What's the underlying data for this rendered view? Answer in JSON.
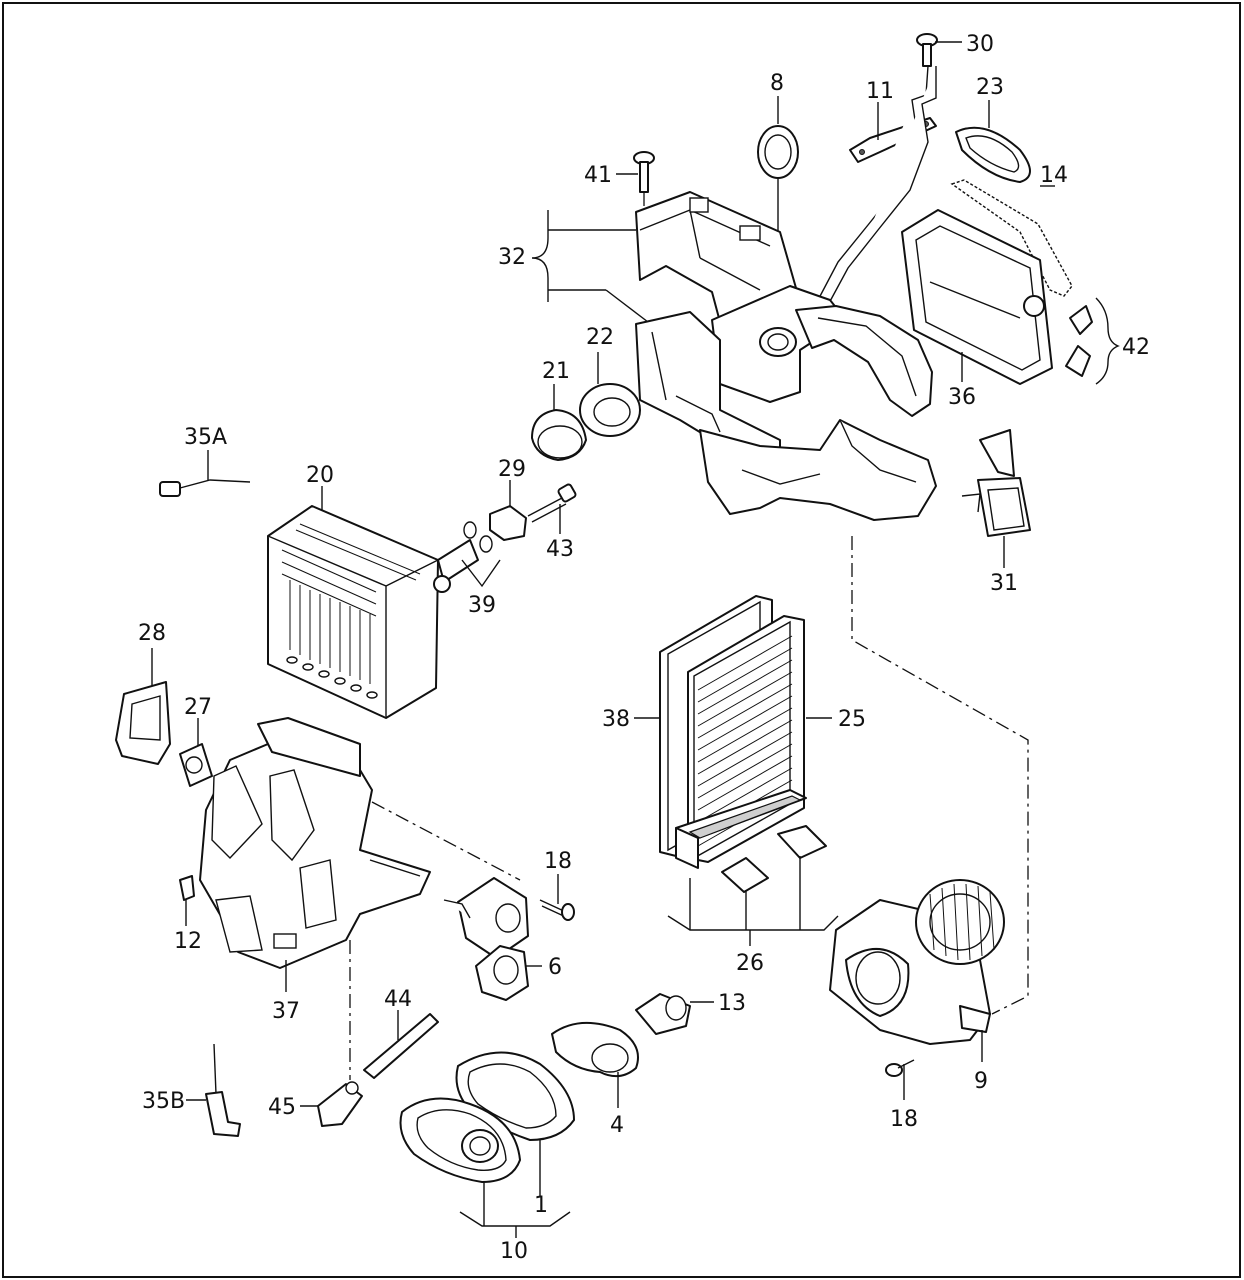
{
  "diagram": {
    "labels": {
      "p1": "1",
      "p4": "4",
      "p6": "6",
      "p8": "8",
      "p9": "9",
      "p10": "10",
      "p11": "11",
      "p12": "12",
      "p13": "13",
      "p14": "14",
      "p18a": "18",
      "p18b": "18",
      "p20": "20",
      "p21": "21",
      "p22": "22",
      "p23": "23",
      "p25": "25",
      "p26": "26",
      "p27": "27",
      "p28": "28",
      "p29": "29",
      "p30": "30",
      "p31": "31",
      "p32": "32",
      "p35a": "35A",
      "p35b": "35B",
      "p36": "36",
      "p37": "37",
      "p38": "38",
      "p39": "39",
      "p41": "41",
      "p42": "42",
      "p43": "43",
      "p44": "44",
      "p45": "45"
    }
  }
}
